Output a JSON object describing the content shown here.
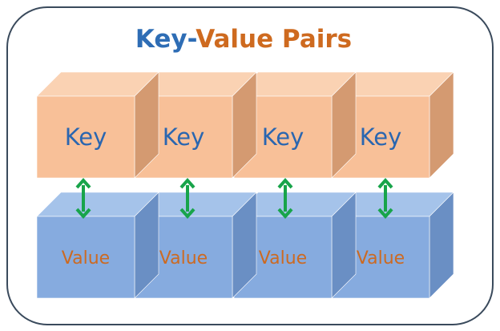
{
  "title": {
    "part1": "Key-",
    "part2": "Value Pairs",
    "part1_color": "#2E6DB5",
    "part2_color": "#CE6A1F"
  },
  "pairs": [
    {
      "key": "Key",
      "value": "Value"
    },
    {
      "key": "Key",
      "value": "Value"
    },
    {
      "key": "Key",
      "value": "Value"
    },
    {
      "key": "Key",
      "value": "Value"
    }
  ],
  "colors": {
    "key_front": "#F8C098",
    "key_top": "#FAD2B3",
    "key_side": "#D49A71",
    "key_text": "#2A66B0",
    "value_front": "#86ABDF",
    "value_top": "#A5C3EA",
    "value_side": "#6A8FC4",
    "value_text": "#CC6A22",
    "arrow": "#18A44A",
    "frame": "#3A4A5C"
  }
}
